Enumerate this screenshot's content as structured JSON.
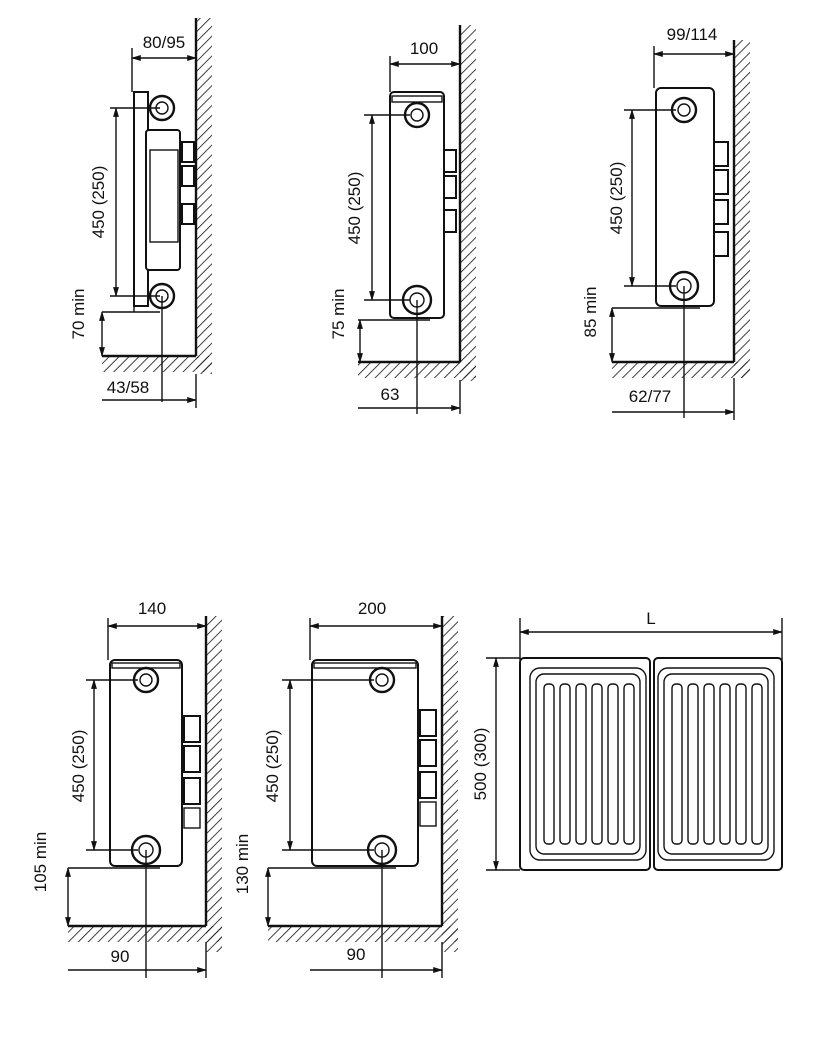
{
  "colors": {
    "ink": "#111111",
    "paper": "#ffffff"
  },
  "diagrams": [
    {
      "id": "a",
      "depth": "80/95",
      "height": "450 (250)",
      "floor_gap": "70 min",
      "pipe_offset": "43/58"
    },
    {
      "id": "b",
      "depth": "100",
      "height": "450 (250)",
      "floor_gap": "75 min",
      "pipe_offset": "63"
    },
    {
      "id": "c",
      "depth": "99/114",
      "height": "450 (250)",
      "floor_gap": "85 min",
      "pipe_offset": "62/77"
    },
    {
      "id": "d",
      "depth": "140",
      "height": "450 (250)",
      "floor_gap": "105 min",
      "pipe_offset": "90"
    },
    {
      "id": "e",
      "depth": "200",
      "height": "450 (250)",
      "floor_gap": "130 min",
      "pipe_offset": "90"
    }
  ],
  "front_view": {
    "length": "L",
    "height": "500 (300)"
  }
}
